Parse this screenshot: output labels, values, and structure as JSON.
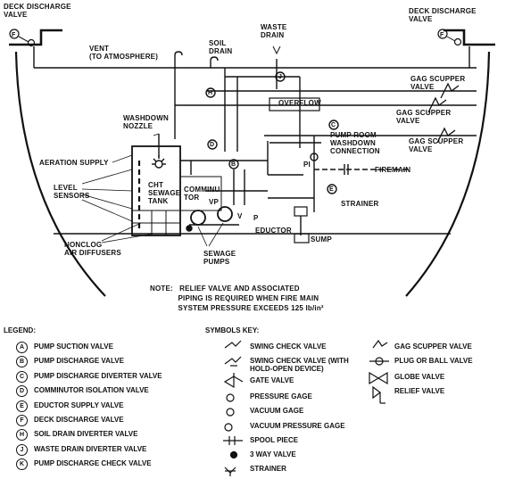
{
  "labels": {
    "deck_discharge_left": "DECK DISCHARGE\nVALVE",
    "deck_discharge_right": "DECK DISCHARGE\nVALVE",
    "vent": "VENT\n(TO ATMOSPHERE)",
    "soil_drain": "SOIL\nDRAIN",
    "waste_drain": "WASTE\nDRAIN",
    "gag_scupper_1": "GAG SCUPPER\nVALVE",
    "gag_scupper_2": "GAG SCUPPER\nVALVE",
    "gag_scupper_3": "GAG SCUPPER\nVALVE",
    "washdown_nozzle": "WASHDOWN\nNOZZLE",
    "overflow": "OVERFLOW",
    "pump_room_washdown": "PUMP ROOM\nWASHDOWN\nCONNECTION",
    "aeration_supply": "AERATION SUPPLY",
    "level_sensors": "LEVEL\nSENSORS",
    "cht_sewage_tank": "CHT\nSEWAGE\nTANK",
    "comminutor": "COMMINU\nTOR",
    "firemain": "FIREMAIN",
    "strainer": "STRAINER",
    "eductor": "EDUCTOR",
    "sump": "SUMP",
    "nonclog": "NONCLOG\nAIR DIFFUSERS",
    "sewage_pumps": "SEWAGE\nPUMPS",
    "pi": "PI",
    "pump_mark_p": "P",
    "pump_mark_v": "V",
    "pump_mark_vp": "VP"
  },
  "note": "NOTE:   RELIEF VALVE AND ASSOCIATED\n             PIPING IS REQUIRED WHEN FIRE MAIN\n             SYSTEM PRESSURE EXCEEDS 125 lb/in²",
  "legend": {
    "title": "LEGEND:",
    "items": [
      {
        "letter": "A",
        "text": "PUMP SUCTION VALVE"
      },
      {
        "letter": "B",
        "text": "PUMP DISCHARGE VALVE"
      },
      {
        "letter": "C",
        "text": "PUMP DISCHARGE DIVERTER VALVE"
      },
      {
        "letter": "D",
        "text": "COMMINUTOR ISOLATION VALVE"
      },
      {
        "letter": "E",
        "text": "EDUCTOR SUPPLY VALVE"
      },
      {
        "letter": "F",
        "text": "DECK DISCHARGE VALVE"
      },
      {
        "letter": "H",
        "text": "SOIL DRAIN DIVERTER VALVE"
      },
      {
        "letter": "J",
        "text": "WASTE DRAIN DIVERTER VALVE"
      },
      {
        "letter": "K",
        "text": "PUMP DISCHARGE CHECK VALVE"
      }
    ]
  },
  "symbols": {
    "title": "SYMBOLS KEY:",
    "col1": [
      {
        "icon": "swing-check-valve-icon",
        "text": "SWING CHECK VALVE"
      },
      {
        "icon": "swing-check-holdopen-icon",
        "text": "SWING CHECK VALVE (WITH\nHOLD-OPEN DEVICE)"
      },
      {
        "icon": "gate-valve-icon",
        "text": "GATE VALVE"
      },
      {
        "icon": "pressure-gage-icon",
        "text": "PRESSURE GAGE"
      },
      {
        "icon": "vacuum-gage-icon",
        "text": "VACUUM GAGE"
      },
      {
        "icon": "vacuum-pressure-gage-icon",
        "text": "VACUUM PRESSURE GAGE"
      },
      {
        "icon": "spool-piece-icon",
        "text": "SPOOL PIECE"
      },
      {
        "icon": "three-way-valve-icon",
        "text": "3 WAY VALVE"
      },
      {
        "icon": "strainer-icon",
        "text": "STRAINER"
      }
    ],
    "col2": [
      {
        "icon": "gag-scupper-valve-icon",
        "text": "GAG SCUPPER VALVE"
      },
      {
        "icon": "plug-ball-valve-icon",
        "text": "PLUG OR BALL VALVE"
      },
      {
        "icon": "globe-valve-icon",
        "text": "GLOBE VALVE"
      },
      {
        "icon": "relief-valve-icon",
        "text": "RELIEF VALVE"
      }
    ]
  }
}
